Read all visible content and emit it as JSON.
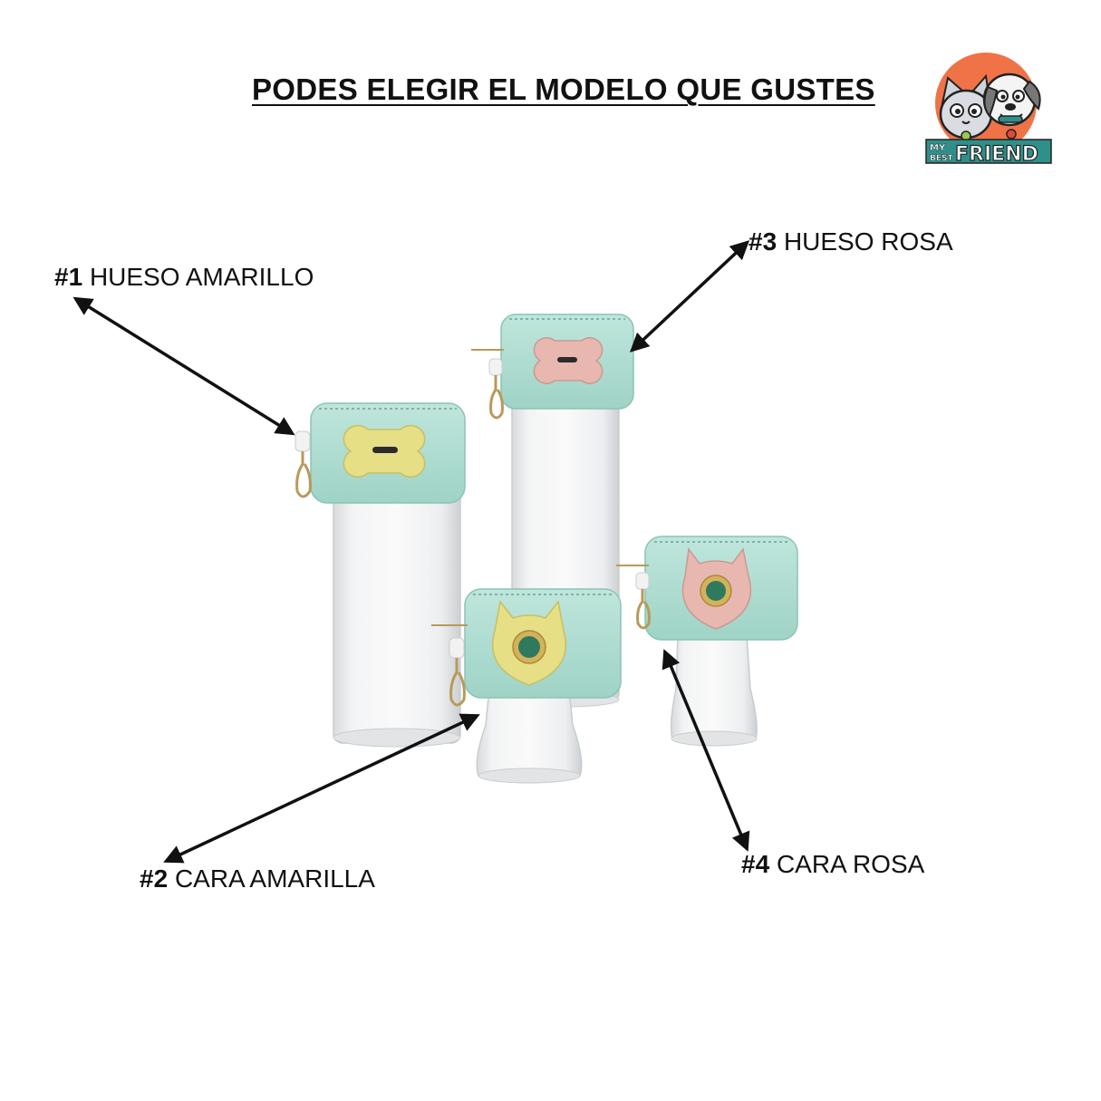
{
  "title": "PODES ELEGIR EL MODELO QUE GUSTES",
  "brand": {
    "line1": "MY",
    "line2": "BEST",
    "line3": "FRIEND"
  },
  "models": [
    {
      "number": "#1",
      "name": "HUESO AMARILLO"
    },
    {
      "number": "#2",
      "name": "CARA AMARILLA"
    },
    {
      "number": "#3",
      "name": "HUESO ROSA"
    },
    {
      "number": "#4",
      "name": "CARA ROSA"
    }
  ],
  "colors": {
    "pouch": "#a9dccf",
    "yellow_patch": "#e6df86",
    "pink_patch": "#e8b8b0",
    "logo_orange": "#ef7347",
    "logo_teal": "#2f8f8b"
  }
}
